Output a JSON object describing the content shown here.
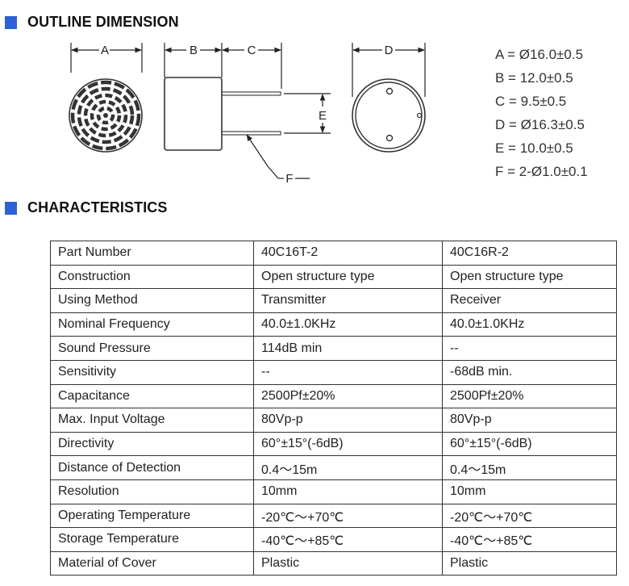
{
  "outline": {
    "heading": "OUTLINE DIMENSION",
    "labels": {
      "a": "A",
      "b": "B",
      "c": "C",
      "d": "D",
      "e": "E",
      "f": "F"
    },
    "dimensions": [
      "A = Ø16.0±0.5",
      "B = 12.0±0.5",
      "C = 9.5±0.5",
      "D = Ø16.3±0.5",
      "E = 10.0±0.5",
      "F = 2-Ø1.0±0.1"
    ]
  },
  "characteristics": {
    "heading": "CHARACTERISTICS",
    "rows": [
      [
        "Part Number",
        "40C16T-2",
        "40C16R-2"
      ],
      [
        "Construction",
        "Open structure type",
        "Open structure type"
      ],
      [
        "Using Method",
        "Transmitter",
        "Receiver"
      ],
      [
        "Nominal Frequency",
        "40.0±1.0KHz",
        "40.0±1.0KHz"
      ],
      [
        "Sound Pressure",
        "114dB min",
        "--"
      ],
      [
        "Sensitivity",
        "--",
        "-68dB min."
      ],
      [
        "Capacitance",
        "2500Pf±20%",
        "2500Pf±20%"
      ],
      [
        "Max. Input Voltage",
        "80Vp-p",
        "80Vp-p"
      ],
      [
        "Directivity",
        "60°±15°(-6dB)",
        "60°±15°(-6dB)"
      ],
      [
        "Distance of Detection",
        "0.4～15m",
        "0.4～15m"
      ],
      [
        "Resolution",
        "10mm",
        "10mm"
      ],
      [
        "Operating Temperature",
        "-20℃～+70℃",
        "-20℃～+70℃"
      ],
      [
        "Storage Temperature",
        "-40℃～+85℃",
        "-40℃～+85℃"
      ],
      [
        "Material of Cover",
        "Plastic",
        "Plastic"
      ]
    ]
  }
}
